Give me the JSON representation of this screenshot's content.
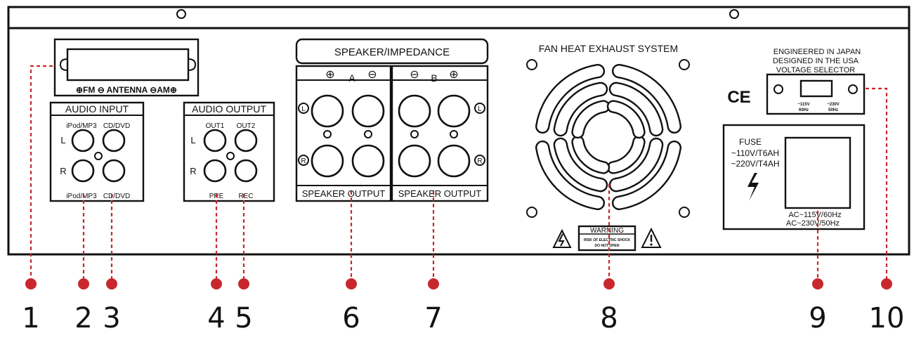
{
  "panel": {
    "antenna_label": "⊕FM ⊖ ANTENNA ⊖AM⊕",
    "audio_input": {
      "title": "AUDIO INPUT",
      "top_left": "iPod/MP3",
      "top_right": "CD/DVD",
      "bottom_left": "iPod/MP3",
      "bottom_right": "CD/DVD",
      "left": "L",
      "right": "R"
    },
    "audio_output": {
      "title": "AUDIO OUTPUT",
      "top_left": "OUT1",
      "top_right": "OUT2",
      "bottom_left": "PRE",
      "bottom_right": "REC",
      "left": "L",
      "right": "R"
    },
    "speaker": {
      "title": "SPEAKER/IMPEDANCE",
      "a_label": "A",
      "b_label": "B",
      "plus": "⊕",
      "minus": "⊖",
      "output_a": "SPEAKER OUTPUT",
      "output_b": "SPEAKER OUTPUT",
      "l": "L",
      "r": "R"
    },
    "fan": {
      "title": "FAN HEAT EXHAUST SYSTEM",
      "warning_title": "WARNING",
      "warning_line1": "RISK OF ELECTRIC SHOCK",
      "warning_line2": "DO NOT OPEN"
    },
    "voltage": {
      "line1": "ENGINEERED IN JAPAN",
      "line2": "DESIGNED IN THE USA",
      "line3": "VOLTAGE SELECTOR",
      "left_val": "~115V",
      "left_freq": "60Hz",
      "right_val": "~230V",
      "right_freq": "50Hz",
      "ce": "CE"
    },
    "fuse": {
      "title": "FUSE",
      "line1": "~110V/T6AH",
      "line2": "~220V/T4AH",
      "ac1": "AC~115V/60Hz",
      "ac2": "AC~230V/50Hz"
    }
  },
  "callouts": [
    "1",
    "2",
    "3",
    "4",
    "5",
    "6",
    "7",
    "8",
    "9",
    "10"
  ],
  "colors": {
    "callout": "#c8282d",
    "line": "#111111"
  }
}
